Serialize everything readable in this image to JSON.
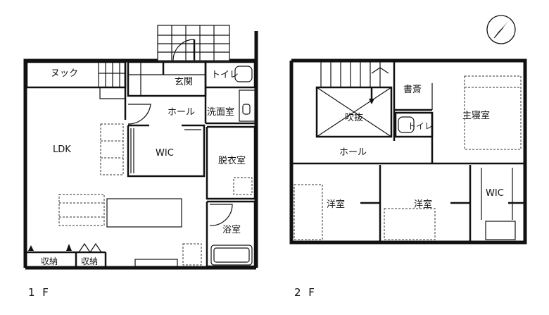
{
  "floors": {
    "first": {
      "label": "1 F",
      "rooms": {
        "nook": "ヌック",
        "entrance": "玄関",
        "toilet": "トイレ",
        "hall": "ホール",
        "washroom": "洗面室",
        "ldk": "LDK",
        "wic": "WIC",
        "dressing": "脱衣室",
        "bath": "浴室",
        "storage_left": "収納",
        "storage_right": "収納"
      }
    },
    "second": {
      "label": "2 F",
      "rooms": {
        "atrium": "吹抜",
        "study": "書斎",
        "master_bedroom": "主寝室",
        "toilet": "トイレ",
        "hall": "ホール",
        "western_room_left": "洋室",
        "western_room_right": "洋室",
        "wic": "WIC"
      }
    }
  },
  "compass": {
    "icon": "compass-arrow-icon"
  }
}
